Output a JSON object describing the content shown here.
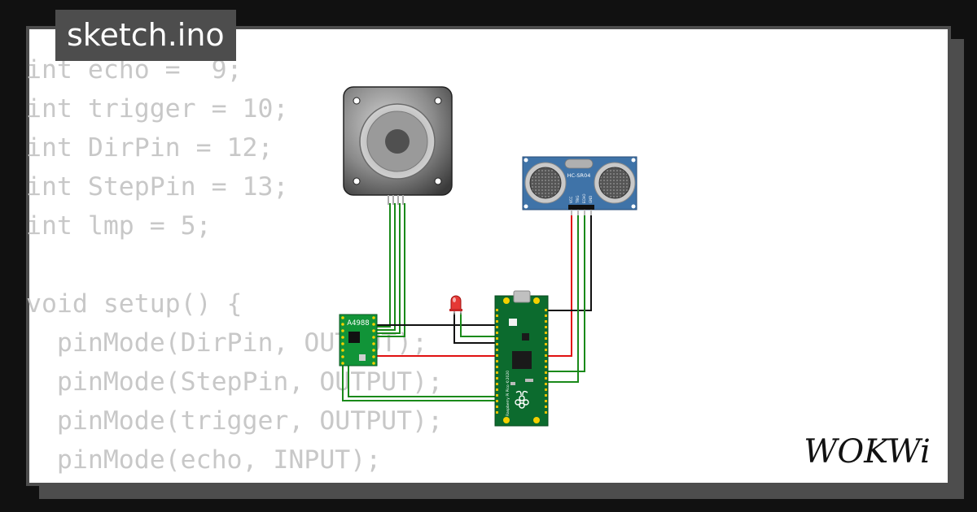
{
  "header": {
    "file_name": "sketch.ino"
  },
  "code": {
    "lines": [
      "int echo =  9;",
      "int trigger = 10;",
      "int DirPin = 12;",
      "int StepPin = 13;",
      "int lmp = 5;",
      "",
      "void setup() {",
      "  pinMode(DirPin, OUTPUT);",
      "  pinMode(StepPin, OUTPUT);",
      "  pinMode(trigger, OUTPUT);",
      "  pinMode(echo, INPUT);"
    ]
  },
  "diagram": {
    "stepper_motor": {},
    "ultrasonic_sensor": {
      "model_label": "HC-SR04",
      "pin_labels": [
        "VCC",
        "TRIG",
        "ECHO",
        "GND"
      ]
    },
    "driver": {
      "label": "A4988"
    },
    "led": {
      "color": "#e53935"
    },
    "board": {
      "label": "Raspberry Pi Pico ©2020"
    },
    "wire_colors": {
      "green": "#1a8a1a",
      "red": "#e01010",
      "black": "#111111"
    }
  },
  "brand": {
    "logo_text": "WOKWi"
  },
  "colors": {
    "background": "#111111",
    "card": "#ffffff",
    "card_border": "#4d4d4d",
    "code_text": "#c8c8c8",
    "pcb_green": "#0c6b2e",
    "sensor_blue": "#3f73a8"
  }
}
